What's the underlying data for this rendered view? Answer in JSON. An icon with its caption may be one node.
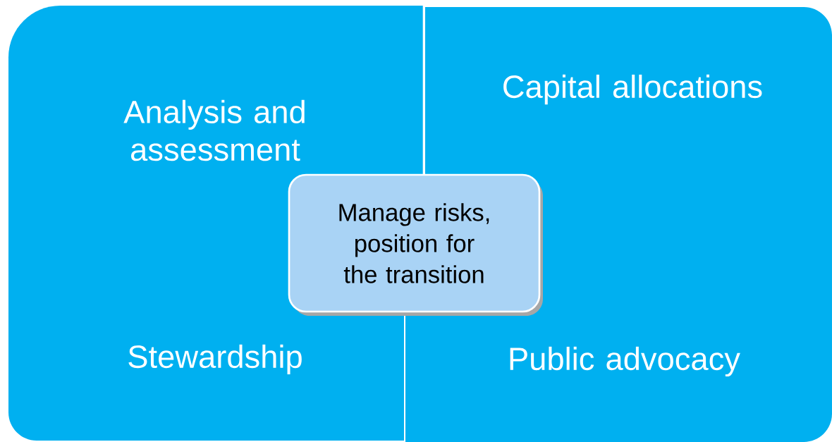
{
  "diagram": {
    "nodes": [
      {
        "text": [
          "Analysis and assessment"
        ]
      },
      {
        "text": [
          "Capital allocations"
        ]
      },
      {
        "text": [
          "Manage risks, position for the transition"
        ]
      },
      {
        "text": [
          "Stewardship"
        ]
      },
      {
        "text": [
          "Public advocacy"
        ]
      }
    ]
  }
}
